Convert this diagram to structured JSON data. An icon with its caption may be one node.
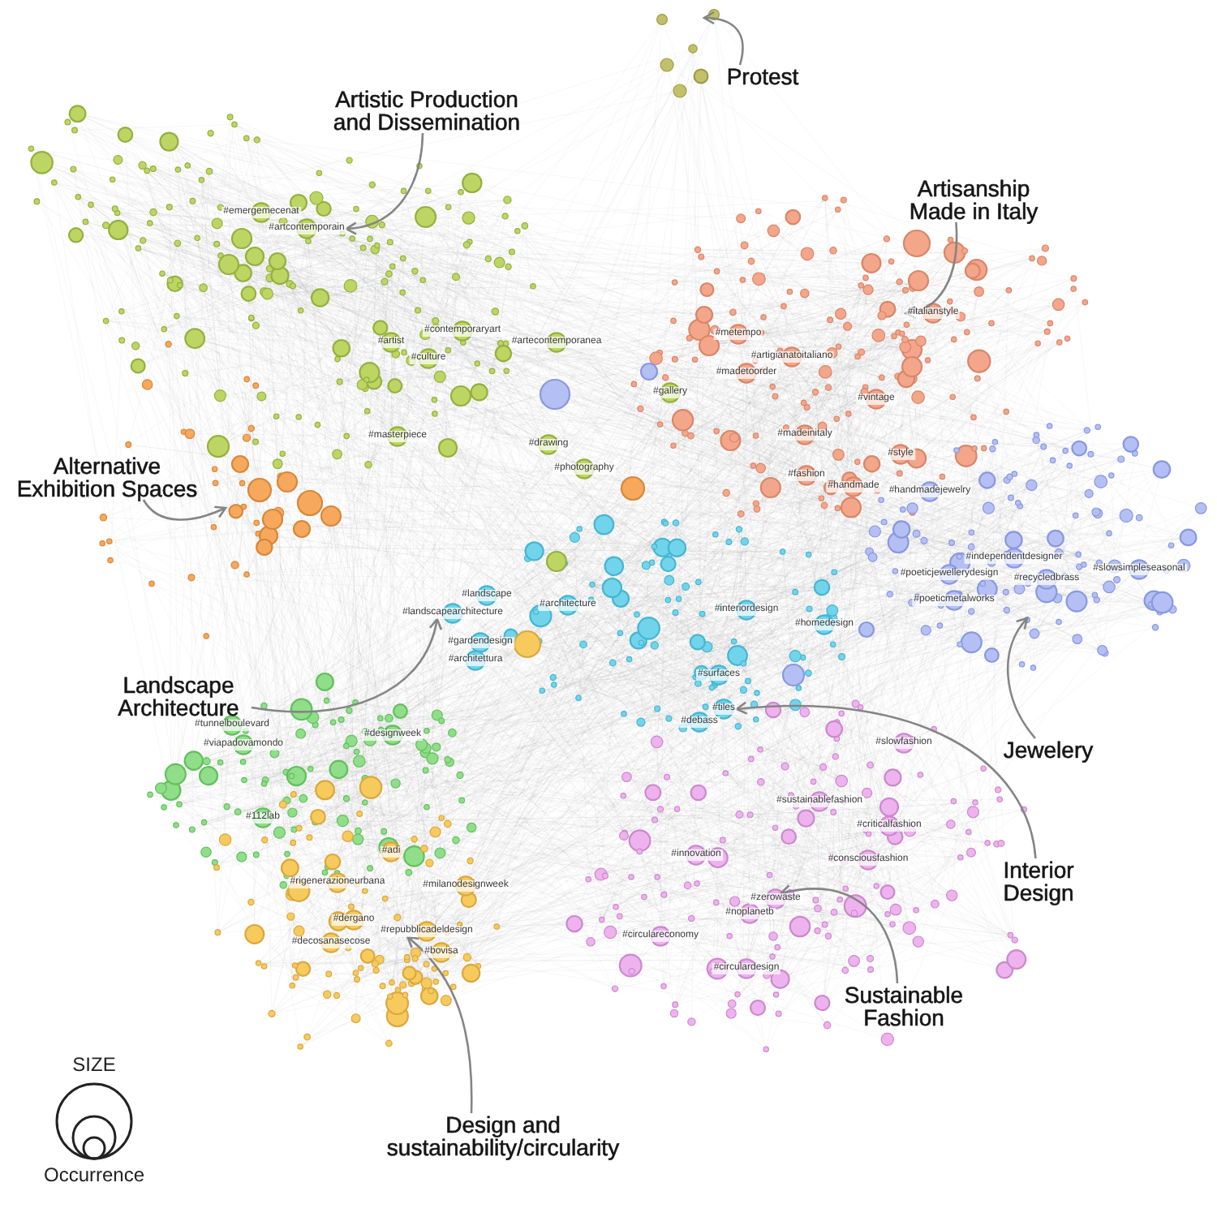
{
  "diagram": {
    "nodes": [
      {
        "text": [
          "Protest"
        ]
      },
      {
        "text": [
          "Artistic Production and Dissemination"
        ]
      },
      {
        "text": [
          "Artisanship Made in Italy"
        ]
      },
      {
        "text": [
          "#artcontemporain"
        ]
      },
      {
        "text": [
          "#italianstyle"
        ]
      },
      {
        "text": [
          "Alternative Exhibition Spaces"
        ]
      },
      {
        "text": [
          "#landscapearchitecture"
        ]
      },
      {
        "text": [
          "Landscape Architecture"
        ]
      },
      {
        "text": [
          "#tiles"
        ]
      },
      {
        "text": [
          "Jewelery"
        ]
      },
      {
        "text": [
          "Interior Design"
        ]
      },
      {
        "text": [
          "#zerowaste"
        ]
      },
      {
        "text": [
          "#repubblicadeldesign"
        ]
      },
      {
        "text": [
          "Sustainable Fashion"
        ]
      },
      {
        "text": [
          "Design and sustainability/circularity"
        ]
      }
    ],
    "edges": [
      {
        "from": 0,
        "to": null,
        "arrow": "to"
      },
      {
        "from": 1,
        "to": 3,
        "arrow": "to"
      },
      {
        "from": 2,
        "to": 4,
        "arrow": "to"
      },
      {
        "from": 5,
        "to": null,
        "arrow": "to"
      },
      {
        "from": 7,
        "to": 6,
        "arrow": "to"
      },
      {
        "from": 9,
        "to": null,
        "arrow": "to"
      },
      {
        "from": 10,
        "to": 8,
        "arrow": "to"
      },
      {
        "from": 13,
        "to": 11,
        "arrow": "to"
      },
      {
        "from": 14,
        "to": 12,
        "arrow": "to"
      }
    ],
    "labels": [
      "#emergemecenat",
      "#contemporaryart",
      "#metempo",
      "#artist",
      "#artecontemporanea",
      "#artigianatoitaliano",
      "#culture",
      "#madetoorder",
      "#gallery",
      "#vintage",
      "#madeinitaly",
      "#masterpiece",
      "#drawing",
      "#style",
      "#photography",
      "#fashion",
      "#handmade",
      "#handmadejewelry",
      "#independentdesigner",
      "#slowsimpleseasonal",
      "#poeticjewellerydesign",
      "#recycledbrass",
      "#landscape",
      "#poeticmetalworks",
      "#architecture",
      "#interiordesign",
      "#homedesign",
      "#gardendesign",
      "#architettura",
      "#surfaces",
      "#debass",
      "#tunnelboulevard",
      "#designweek",
      "#slowfashion",
      "#viapadovamondo",
      "#sustainablefashion",
      "#112lab",
      "#criticalfashion",
      "#adi",
      "#innovation",
      "#consciousfashion",
      "#rigenerazioneurbana",
      "#milanodesignweek",
      "#noplanetb",
      "#dergano",
      "#circulareconomy",
      "#decosanasecose",
      "#bovisa",
      "#circulardesign",
      "SIZE"
    ],
    "legend": [
      {
        "text": "Occurrence"
      }
    ]
  }
}
